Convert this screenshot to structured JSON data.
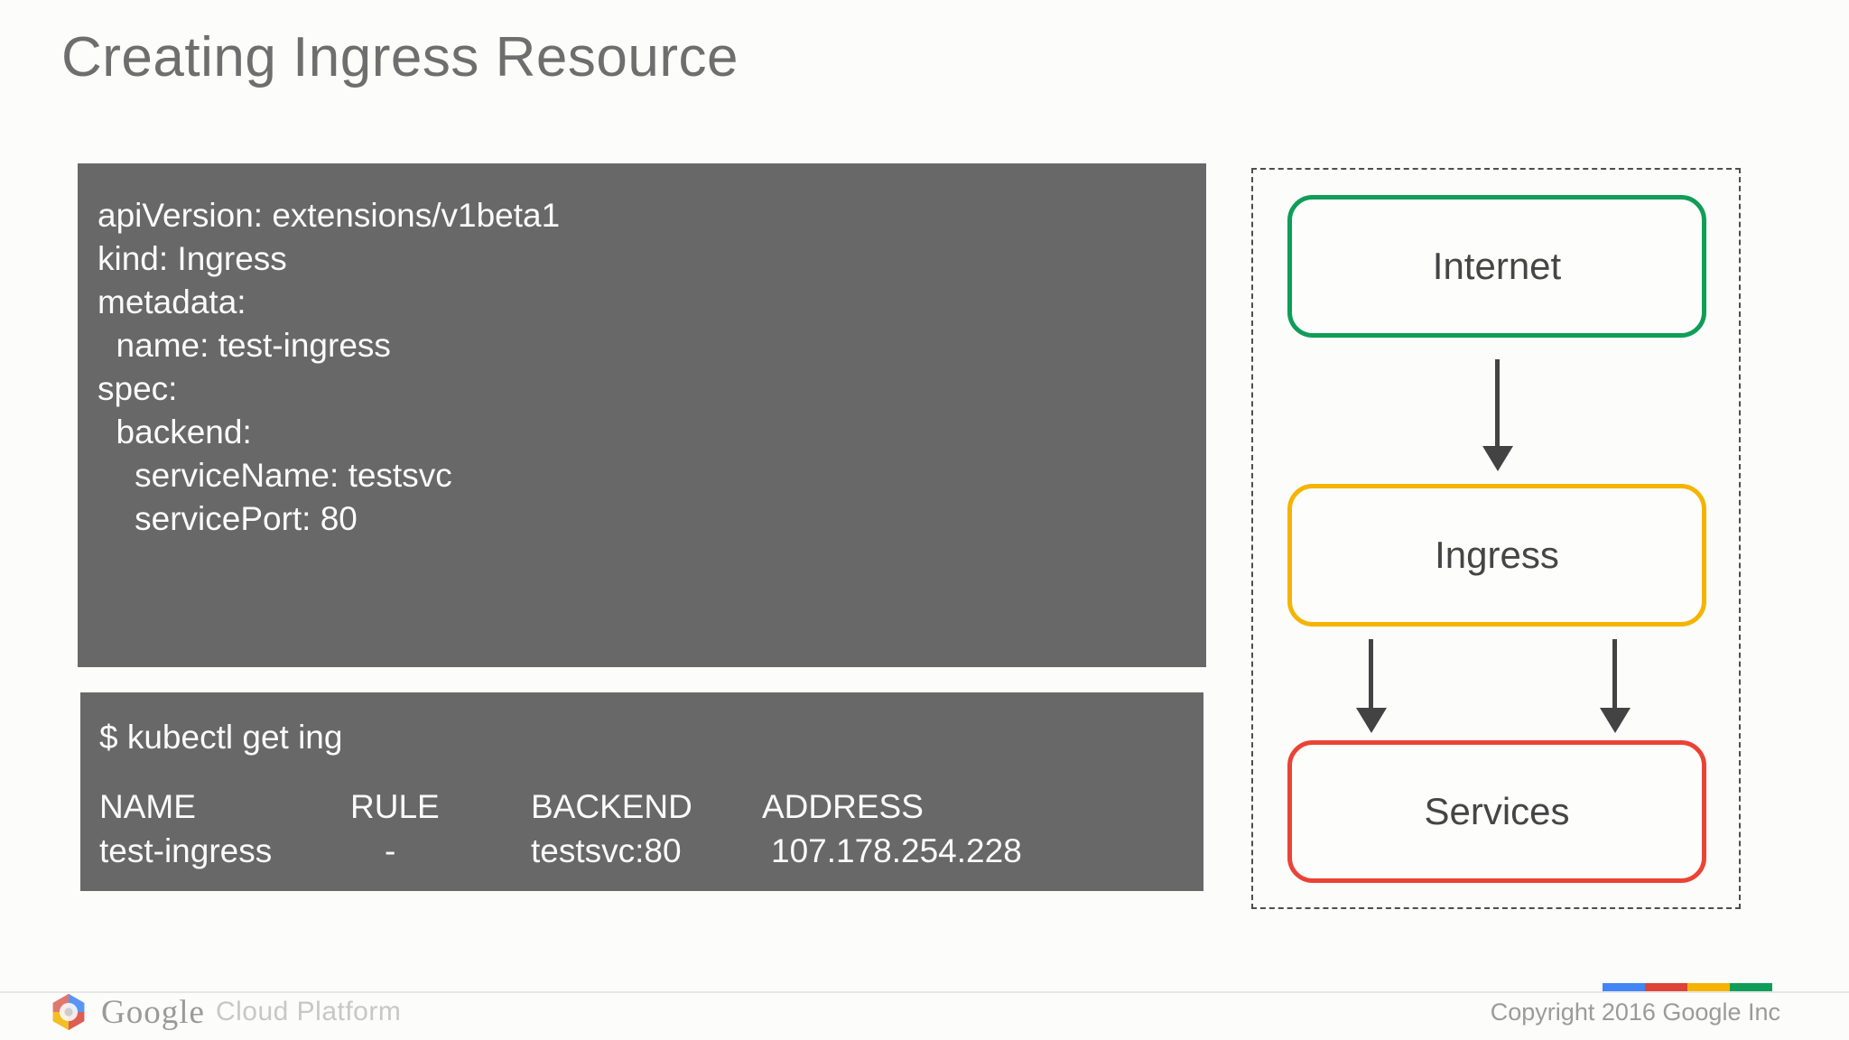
{
  "slide": {
    "title": "Creating Ingress Resource"
  },
  "yaml_block": {
    "code": "apiVersion: extensions/v1beta1\nkind: Ingress\nmetadata:\n  name: test-ingress\nspec:\n  backend:\n    serviceName: testsvc\n    servicePort: 80"
  },
  "terminal": {
    "command": "$ kubectl get ing",
    "table": {
      "headers": [
        "NAME",
        "RULE",
        "BACKEND",
        "ADDRESS"
      ],
      "row": [
        "test-ingress",
        "-",
        "testsvc:80",
        "107.178.254.228"
      ]
    }
  },
  "diagram": {
    "nodes": [
      {
        "id": "internet",
        "label": "Internet",
        "border_color": "#0f9d58"
      },
      {
        "id": "ingress",
        "label": "Ingress",
        "border_color": "#f4b400"
      },
      {
        "id": "services",
        "label": "Services",
        "border_color": "#ea4335"
      }
    ],
    "arrows": [
      {
        "from": "internet",
        "to": "ingress"
      },
      {
        "from": "ingress",
        "to": "services"
      },
      {
        "from": "ingress",
        "to": "services"
      }
    ],
    "arrow_color": "#434343"
  },
  "footer": {
    "logo_google": "Google",
    "logo_suffix": "Cloud Platform",
    "copyright": "Copyright 2016 Google Inc",
    "bar_colors": [
      "#4285f4",
      "#db4437",
      "#f4b400",
      "#0f9d58"
    ]
  },
  "colors": {
    "panel_background": "#686868",
    "panel_text": "#fbfbfb",
    "title_text": "#6e6e6e",
    "node_green": "#0f9d58",
    "node_yellow": "#f4b400",
    "node_red": "#ea4335"
  }
}
